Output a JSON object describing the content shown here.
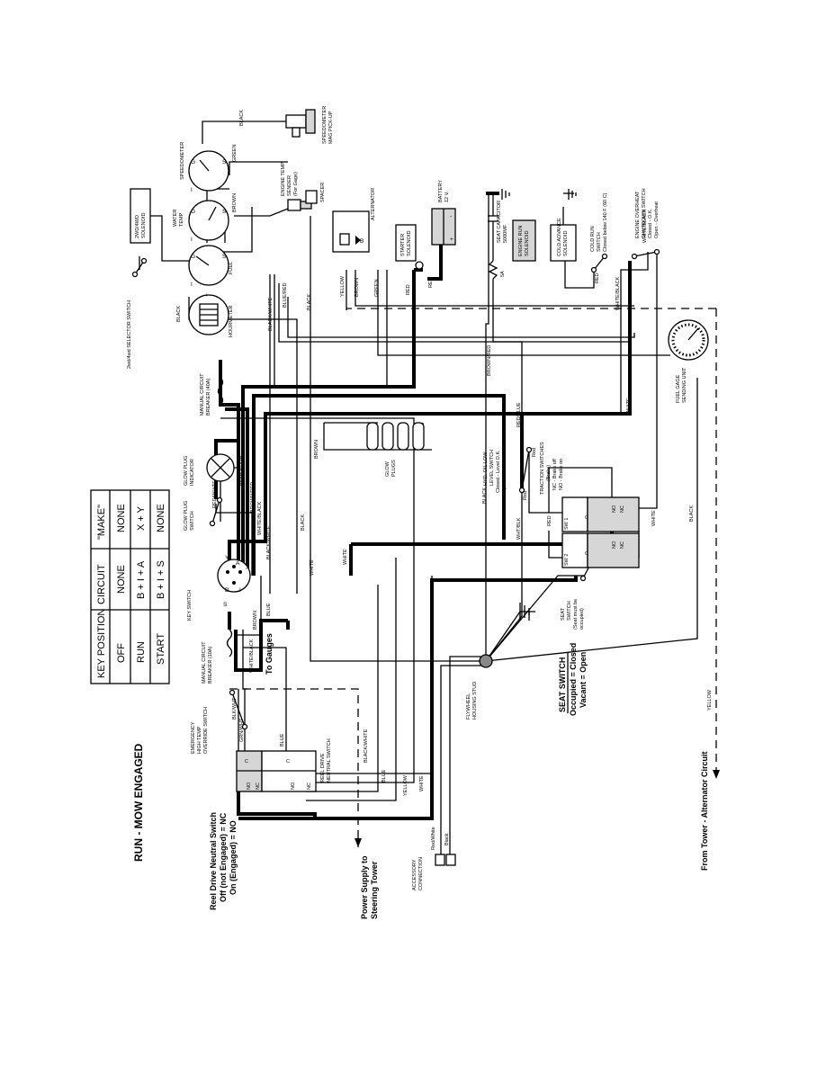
{
  "title": "RUN - MOW ENGAGED",
  "key_table": {
    "headers": [
      "KEY POSITION",
      "CIRCUIT",
      "\"MAKE\""
    ],
    "rows": [
      [
        "OFF",
        "NONE",
        "NONE"
      ],
      [
        "RUN",
        "B + I + A",
        "X + Y"
      ],
      [
        "START",
        "B + I + S",
        "NONE"
      ]
    ]
  },
  "notes": {
    "reel_drive_1": "Reel Drive Neutral Switch",
    "reel_drive_2": "Off (not Engaged) = NC",
    "reel_drive_3": "On (Engaged) = NO",
    "power_supply_1": "Power Supply to",
    "power_supply_2": "Steering Tower",
    "from_tower": "From Tower - Alternator Circuit",
    "seat_switch_title": "SEAT SWITCH",
    "seat_switch_1": "Occupied = Closed",
    "seat_switch_2": "Vacant = Open",
    "to_gauges": "To Gauges"
  },
  "components": {
    "key_switch": "KEY SWITCH",
    "manual_breaker_10a_1": "MANUAL CIRCUIT",
    "manual_breaker_10a_2": "BREAKER (10A)",
    "manual_breaker_40a_1": "MANUAL CIRCUIT",
    "manual_breaker_40a_2": "BREAKER (40A)",
    "emergency_1": "EMERGENCY",
    "emergency_2": "HIGH TEMP",
    "emergency_3": "OVERRIDE SWITCH",
    "reel_neutral_1": "REEL DRIVE",
    "reel_neutral_2": "NEUTRAL SWITCH",
    "accessory_1": "ACCESSORY",
    "accessory_2": "CONNECTION",
    "flywheel_1": "FLYWHEEL",
    "flywheel_2": "HOUSING STUD",
    "seat_sw_1": "SEAT",
    "seat_sw_2": "SWITCH",
    "seat_sw_3": "(Seat must be",
    "seat_sw_4": "occupied)",
    "glow_plug_switch_1": "GLOW PLUG",
    "glow_plug_switch_2": "SWITCH",
    "glow_plug_ind_1": "GLOW PLUG",
    "glow_plug_ind_2": "INDICATOR",
    "glow_plugs_1": "GLOW",
    "glow_plugs_2": "PLUGS",
    "hydraulic_1": "HYD. OIL LOW",
    "hydraulic_2": "LEVEL SWITCH",
    "hydraulic_3": "Closed - Level O.K.",
    "hydraulic_4": "Open - Level Low",
    "traction_1": "TRACTION SWITCHES",
    "traction_2": "(Brake)",
    "traction_3": "NC - Brake off",
    "traction_4": "NO - Brake on",
    "sw1": "SW 1",
    "sw2": "SW 2",
    "fuel_sender_1": "FUEL GAGE",
    "fuel_sender_2": "SENDING UNIT",
    "hourmeter": "HOURMETER",
    "fuel": "FUEL",
    "water_temp_1": "WATER",
    "water_temp_2": "TEMP",
    "speedometer": "SPEEDOMETER",
    "speed_pickup_1": "SPEEDOMETER",
    "speed_pickup_2": "MAG PICK-UP",
    "engine_temp_1": "ENGINE TEMP",
    "engine_temp_2": "SENDER",
    "engine_temp_3": "(For Gage)",
    "spacer": "SPACER",
    "alternator": "ALTERNATOR",
    "battery_1": "BATTERY",
    "battery_2": "12 V.",
    "starter_1": "STARTER",
    "starter_2": "SOLENOID",
    "seat_capacitor_1": "SEAT CAPACITOR",
    "seat_capacitor_2": "5000MF",
    "engine_run_1": "ENGINE RUN",
    "engine_run_2": "SOLENOID",
    "cold_advance_1": "COLD ADVANCE",
    "cold_advance_2": "SOLENOID",
    "cold_run_1": "COLD RUN",
    "cold_run_2": "SWITCH",
    "cold_run_3": "Closed below 140 F (60 C)",
    "overheat_1": "ENGINE OVERHEAT",
    "overheat_2": "SHUTDOWN SWITCH",
    "overheat_3": "Closed - O.K.",
    "overheat_4": "Open - Overheat",
    "selector": "2wd/4wd SELECTOR SWITCH",
    "solenoid_2wd_1": "2WD/4WD",
    "solenoid_2wd_2": "SOLENOID",
    "resistor": "5A"
  },
  "wire_labels": {
    "brown": "BROWN",
    "blue": "BLUE",
    "white_black": "WHITE/BLACK",
    "black": "BLACK",
    "black_white": "BLACK/WHITE",
    "blue_red": "BLUE/RED",
    "red": "RED",
    "red_white": "RED/WHITE",
    "blue_white": "BLUE/WHITE",
    "green": "GREEN",
    "yellow": "YELLOW",
    "white": "WHITE",
    "white_blk": "WHT/BLK",
    "brown_red": "BROWN/RED",
    "red_blue": "RED/BLUE",
    "blk_white": "BLK/WHT",
    "grn_wht": "GRN/WHT",
    "red_white_acc": "Red/White",
    "black_acc": "Black",
    "red_lbl": "Red"
  },
  "terminals": {
    "b": "B",
    "i": "I",
    "a": "A",
    "s": "S",
    "x": "X",
    "y": "Y",
    "g": "G",
    "c": "C",
    "no": "NO",
    "nc": "NC"
  }
}
